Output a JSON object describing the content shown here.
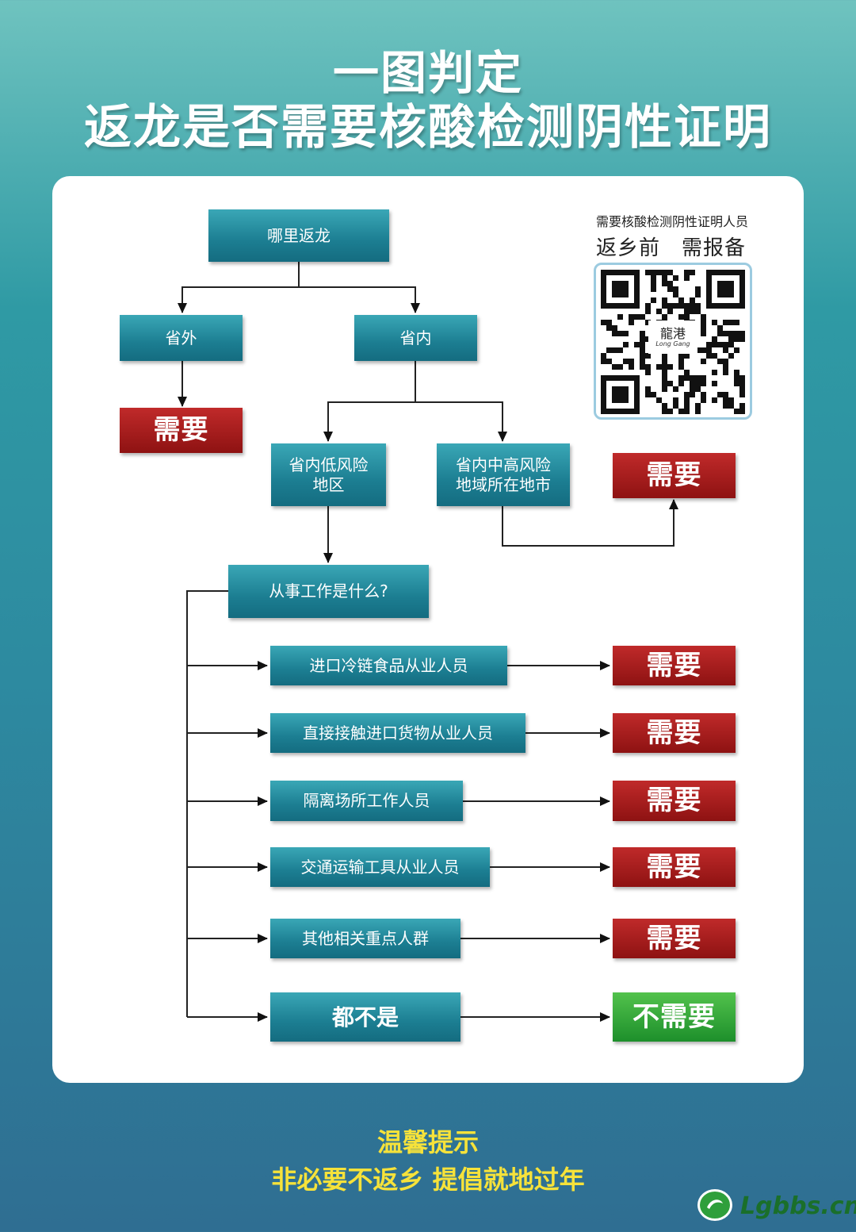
{
  "title": {
    "line1": "一图判定",
    "line2": "返龙是否需要核酸检测阴性证明"
  },
  "qr": {
    "caption": "需要核酸检测阴性证明人员",
    "subcaption": "返乡前　需报备",
    "logo_cn": "龍港",
    "logo_en": "Long Gang"
  },
  "nodes": {
    "start": "哪里返龙",
    "out_province": "省外",
    "in_province": "省内",
    "out_need": "需要",
    "low_risk": "省内低风险\n地区",
    "mid_high_risk": "省内中高风险\n地域所在地市",
    "risk_need": "需要",
    "job_question": "从事工作是什么?",
    "jobs": [
      {
        "label": "进口冷链食品从业人员",
        "result": "需要"
      },
      {
        "label": "直接接触进口货物从业人员",
        "result": "需要"
      },
      {
        "label": "隔离场所工作人员",
        "result": "需要"
      },
      {
        "label": "交通运输工具从业人员",
        "result": "需要"
      },
      {
        "label": "其他相关重点人群",
        "result": "需要"
      },
      {
        "label": "都不是",
        "result": "不需要"
      }
    ]
  },
  "tips": {
    "title": "温馨提示",
    "text": "非必要不返乡 提倡就地过年"
  },
  "watermark": {
    "text": "Lgbbs.cn"
  },
  "colors": {
    "node_teal": "#1c7e92",
    "need_red": "#a11b1b",
    "no_need_green": "#2ea83a",
    "tips_yellow": "#f6e23a"
  }
}
